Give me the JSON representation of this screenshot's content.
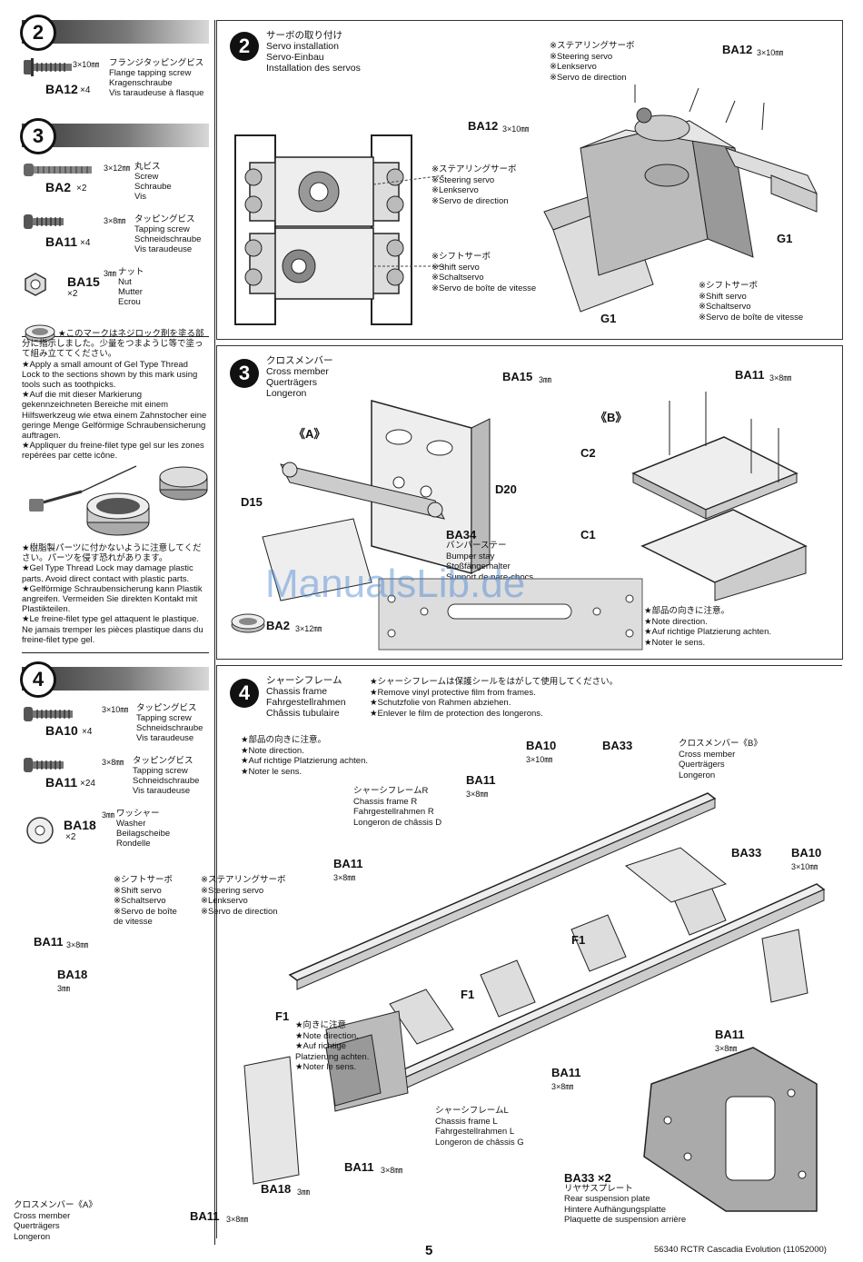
{
  "page_number": "5",
  "footer_text": "56340 RCTR Cascadia Evolution (11052000)",
  "watermark": "ManualsLib.de",
  "sidebar": {
    "step2": {
      "number": "2",
      "parts": [
        {
          "code": "BA12",
          "qty": "×4",
          "size": "3×10㎜",
          "names": [
            "フランジタッピングビス",
            "Flange tapping screw",
            "Kragenschraube",
            "Vis taraudeuse à flasque"
          ]
        }
      ]
    },
    "step3": {
      "number": "3",
      "parts": [
        {
          "code": "BA2",
          "qty": "×2",
          "size": "3×12㎜",
          "names": [
            "丸ビス",
            "Screw",
            "Schraube",
            "Vis"
          ]
        },
        {
          "code": "BA11",
          "qty": "×4",
          "size": "3×8㎜",
          "names": [
            "タッピングビス",
            "Tapping screw",
            "Schneidschraube",
            "Vis taraudeuse"
          ]
        },
        {
          "code": "BA15",
          "qty": "×2",
          "size": "3㎜",
          "names": [
            "ナット",
            "Nut",
            "Mutter",
            "Ecrou"
          ]
        }
      ],
      "thread_lock_note": [
        "★このマークはネジロック剤を塗る部分に指示しました。少量をつまようじ等で塗って組み立ててください。",
        "★Apply a small amount of Gel Type Thread Lock to the sections shown by this mark using tools such as toothpicks.",
        "★Auf die mit dieser Markierung gekennzeichneten Bereiche mit einem Hilfswerkzeug wie etwa einem Zahnstocher eine geringe Menge Gelförmige Schraubensicherung auftragen.",
        "★Appliquer du freine-filet type gel sur les zones repérées par cette icône."
      ],
      "plastic_warning": [
        "★樹脂製パーツに付かないように注意してください。パーツを侵す恐れがあります。",
        "★Gel Type Thread Lock may damage plastic parts. Avoid direct contact with plastic parts.",
        "★Gelförmige Schraubensicherung kann Plastik angreifen. Vermeiden Sie direkten Kontakt mit Plastikteilen.",
        "★Le freine-filet type gel attaquent le plastique. Ne jamais tremper les pièces plastique dans du freine-filet type gel."
      ]
    },
    "step4": {
      "number": "4",
      "parts": [
        {
          "code": "BA10",
          "qty": "×4",
          "size": "3×10㎜",
          "names": [
            "タッピングビス",
            "Tapping screw",
            "Schneidschraube",
            "Vis taraudeuse"
          ]
        },
        {
          "code": "BA11",
          "qty": "×24",
          "size": "3×8㎜",
          "names": [
            "タッピングビス",
            "Tapping screw",
            "Schneidschraube",
            "Vis taraudeuse"
          ]
        },
        {
          "code": "BA18",
          "qty": "×2",
          "size": "3㎜",
          "names": [
            "ワッシャー",
            "Washer",
            "Beilagscheibe",
            "Rondelle"
          ]
        }
      ]
    }
  },
  "panel2": {
    "number": "2",
    "title": [
      "サーボの取り付け",
      "Servo installation",
      "Servo-Einbau",
      "Installation des servos"
    ],
    "steering_servo_top": [
      "※ステアリングサーボ",
      "※Steering servo",
      "※Lenkservo",
      "※Servo de direction"
    ],
    "steering_servo_left": [
      "※ステアリングサーボ",
      "※Steering servo",
      "※Lenkservo",
      "※Servo de direction"
    ],
    "shift_servo_left": [
      "※シフトサーボ",
      "※Shift servo",
      "※Schaltservo",
      "※Servo de boîte de vitesse"
    ],
    "shift_servo_right": [
      "※シフトサーボ",
      "※Shift servo",
      "※Schaltservo",
      "※Servo de boîte de vitesse"
    ],
    "labels": {
      "ba12_right": "BA12",
      "ba12_right_size": "3×10㎜",
      "ba12_left": "BA12",
      "ba12_left_size": "3×10㎜",
      "g1_right": "G1",
      "g1_bottom": "G1"
    }
  },
  "panel3": {
    "number": "3",
    "title": [
      "クロスメンバー",
      "Cross member",
      "Querträgers",
      "Longeron"
    ],
    "labels": {
      "a": "《A》",
      "b": "《B》",
      "ba15": "BA15",
      "ba15_size": "3㎜",
      "ba11": "BA11",
      "ba11_size": "3×8㎜",
      "d20": "D20",
      "d15": "D15",
      "c2": "C2",
      "c1": "C1",
      "ba34": "BA34",
      "ba2": "BA2",
      "ba2_size": "3×12㎜"
    },
    "bumper_stay": [
      "バンパーステー",
      "Bumper stay",
      "Stoßfängerhalter",
      "Support de pare-chocs"
    ],
    "direction_note": [
      "★部品の向きに注意。",
      "★Note direction.",
      "★Auf richtige Platzierung achten.",
      "★Noter le sens."
    ]
  },
  "panel4": {
    "number": "4",
    "title": [
      "シャーシフレーム",
      "Chassis frame",
      "Fahrgestellrahmen",
      "Châssis tubulaire"
    ],
    "film_note": [
      "★シャーシフレームは保護シールをはがして使用してください。",
      "★Remove vinyl protective film from frames.",
      "★Schutzfolie von Rahmen abziehen.",
      "★Enlever le film de protection des longerons."
    ],
    "direction_note": [
      "★部品の向きに注意。",
      "★Note direction.",
      "★Auf richtige Platzierung achten.",
      "★Noter le sens."
    ],
    "cross_member_b": [
      "クロスメンバー《B》",
      "Cross member",
      "Querträgers",
      "Longeron"
    ],
    "cross_member_a": [
      "クロスメンバー《A》",
      "Cross member",
      "Querträgers",
      "Longeron"
    ],
    "frame_r": [
      "シャーシフレームR",
      "Chassis frame R",
      "Fahrgestellrahmen R",
      "Longeron de châssis D"
    ],
    "frame_l": [
      "シャーシフレームL",
      "Chassis frame L",
      "Fahrgestellrahmen L",
      "Longeron de châssis G"
    ],
    "shift_servo": [
      "※シフトサーボ",
      "※Shift servo",
      "※Schaltservo",
      "※Servo de boîte",
      "de vitesse"
    ],
    "steering_servo": [
      "※ステアリングサーボ",
      "※Steering servo",
      "※Lenkservo",
      "※Servo de direction"
    ],
    "f1_note": [
      "★向きに注意",
      "★Note direction.",
      "★Auf richtige",
      "Platzierung achten.",
      "★Noter le sens."
    ],
    "rear_plate": [
      "BA33 ×2",
      "リヤサスプレート",
      "Rear suspension plate",
      "Hintere Aufhängungsplatte",
      "Plaquette de suspension arrière"
    ],
    "labels": {
      "ba10_top": "BA10",
      "ba10_top_size": "3×10㎜",
      "ba33_top": "BA33",
      "ba11_top": "BA11",
      "ba11_top_size": "3×8㎜",
      "ba11_mid": "BA11",
      "ba11_mid_size": "3×8㎜",
      "ba33_right": "BA33",
      "ba10_right": "BA10",
      "ba10_right_size": "3×10㎜",
      "f1_a": "F1",
      "f1_b": "F1",
      "f1_c": "F1",
      "ba11_left": "BA11",
      "ba11_left_size": "3×8㎜",
      "ba18_left": "BA18",
      "ba18_left_size": "3㎜",
      "ba11_right_low": "BA11",
      "ba11_right_low_size": "3×8㎜",
      "ba11_center_low": "BA11",
      "ba11_center_low_size": "3×8㎜",
      "ba11_bottom": "BA11",
      "ba11_bottom_size": "3×8㎜",
      "ba18_bottom": "BA18",
      "ba18_bottom_size": "3㎜",
      "ba11_bottom_left": "BA11",
      "ba11_bottom_left_size": "3×8㎜"
    }
  }
}
